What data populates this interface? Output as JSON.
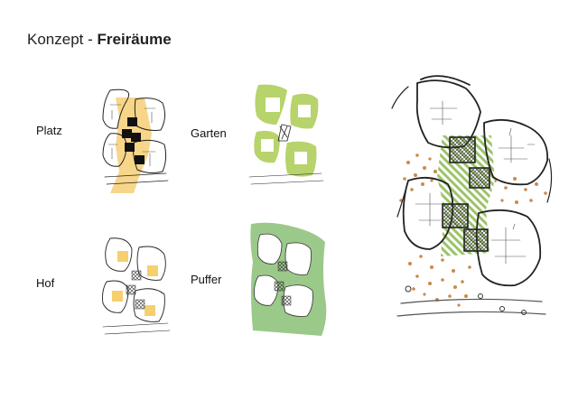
{
  "title": {
    "prefix": "Konzept - ",
    "bold": "Freiräume"
  },
  "panels": [
    {
      "id": "platz",
      "label": "Platz"
    },
    {
      "id": "garten",
      "label": "Garten"
    },
    {
      "id": "hof",
      "label": "Hof"
    },
    {
      "id": "puffer",
      "label": "Puffer"
    }
  ],
  "colors": {
    "platz_fill": "#f7d68a",
    "block_black": "#111111",
    "garten_green": "#b7d36b",
    "hof_yellow": "#f6cf6f",
    "puffer_green": "#9bc98a",
    "hatch_green": "#9cc36a",
    "dots_orange": "#c98a4a"
  }
}
